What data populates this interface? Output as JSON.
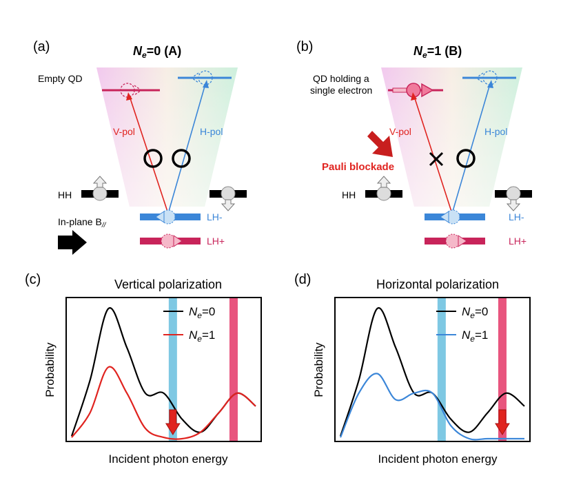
{
  "panels": {
    "a": {
      "letter": "(a)",
      "title_sym": "N",
      "title_sub": "e",
      "title_rest": "=0 (A)",
      "qd_label_1": "Empty QD",
      "vpol_label": "V-pol",
      "hpol_label": "H-pol",
      "hh_label": "HH",
      "lh_minus_label": "LH-",
      "lh_plus_label": "LH+",
      "field_label": "In-plane B",
      "field_sub": "//"
    },
    "b": {
      "letter": "(b)",
      "title_sym": "N",
      "title_sub": "e",
      "title_rest": "=1 (B)",
      "qd_label_1": "QD holding a",
      "qd_label_2": "single electron",
      "vpol_label": "V-pol",
      "hpol_label": "H-pol",
      "blockade_label": "Pauli blockade",
      "hh_label": "HH",
      "lh_minus_label": "LH-",
      "lh_plus_label": "LH+"
    },
    "c": {
      "letter": "(c)",
      "title": "Vertical polarization",
      "xlabel": "Incident photon energy",
      "ylabel": "Probability",
      "legend_1_sym": "N",
      "legend_1_sub": "e",
      "legend_1_rest": "=0",
      "legend_2_sym": "N",
      "legend_2_sub": "e",
      "legend_2_rest": "=1"
    },
    "d": {
      "letter": "(d)",
      "title": "Horizontal polarization",
      "xlabel": "Incident photon energy",
      "ylabel": "Probability",
      "legend_1_sym": "N",
      "legend_1_sub": "e",
      "legend_1_rest": "=0",
      "legend_2_sym": "N",
      "legend_2_sub": "e",
      "legend_2_rest": "=1"
    }
  },
  "colors": {
    "red": "#e0231f",
    "blue": "#3b86d8",
    "lh_plus": "#c8245a",
    "cyan_band": "#7ec8e3",
    "pink_band": "#e8557e",
    "black": "#000000"
  },
  "chart_data": [
    {
      "type": "line",
      "title": "Vertical polarization",
      "xlabel": "Incident photon energy",
      "ylabel": "Probability",
      "grid": false,
      "legend": "top-right",
      "x": [
        0,
        0.1,
        0.2,
        0.3,
        0.4,
        0.5,
        0.6,
        0.7,
        0.8,
        0.9,
        1.0
      ],
      "series": [
        {
          "name": "Ne=0",
          "color": "#000000",
          "values": [
            0.02,
            0.45,
            1.0,
            0.7,
            0.35,
            0.35,
            0.15,
            0.05,
            0.2,
            0.35,
            0.25
          ]
        },
        {
          "name": "Ne=1",
          "color": "#e0231f",
          "values": [
            0.01,
            0.2,
            0.55,
            0.35,
            0.08,
            0.01,
            0.0,
            0.05,
            0.2,
            0.35,
            0.25
          ]
        }
      ],
      "bands": [
        {
          "color": "cyan",
          "x": 0.55
        },
        {
          "color": "pink",
          "x": 0.88
        }
      ],
      "arrow_at": 0.55
    },
    {
      "type": "line",
      "title": "Horizontal polarization",
      "xlabel": "Incident photon energy",
      "ylabel": "Probability",
      "grid": false,
      "legend": "top-right",
      "x": [
        0,
        0.1,
        0.2,
        0.3,
        0.4,
        0.5,
        0.6,
        0.7,
        0.8,
        0.9,
        1.0
      ],
      "series": [
        {
          "name": "Ne=0",
          "color": "#000000",
          "values": [
            0.02,
            0.45,
            1.0,
            0.7,
            0.35,
            0.35,
            0.15,
            0.05,
            0.2,
            0.35,
            0.25
          ]
        },
        {
          "name": "Ne=1",
          "color": "#3b86d8",
          "values": [
            0.01,
            0.35,
            0.5,
            0.3,
            0.35,
            0.35,
            0.1,
            0.0,
            0.0,
            0.0,
            0.0
          ]
        }
      ],
      "bands": [
        {
          "color": "cyan",
          "x": 0.55
        },
        {
          "color": "pink",
          "x": 0.88
        }
      ],
      "arrow_at": 0.88
    }
  ]
}
